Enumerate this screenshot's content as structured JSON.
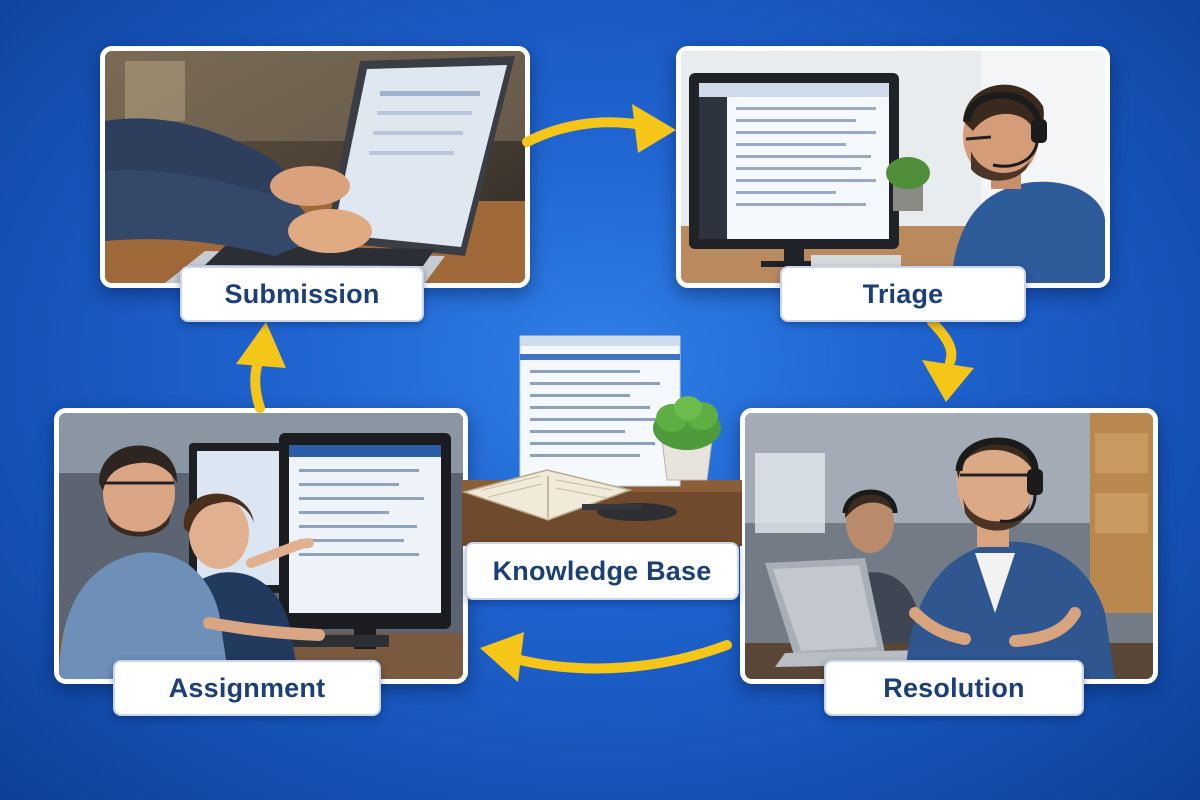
{
  "stages": {
    "submission": {
      "label": "Submission",
      "icon": "laptop-typing-photo"
    },
    "triage": {
      "label": "Triage",
      "icon": "support-agent-headset-photo"
    },
    "resolution": {
      "label": "Resolution",
      "icon": "agent-laptop-headset-photo"
    },
    "assignment": {
      "label": "Assignment",
      "icon": "colleagues-monitor-photo"
    }
  },
  "center": {
    "label": "Knowledge Base",
    "icon": "knowledge-base-desk-illustration"
  },
  "flow": [
    "Submission",
    "Triage",
    "Resolution",
    "Assignment",
    "Submission"
  ],
  "colors": {
    "background": "#1f63cf",
    "arrow": "#f5c518",
    "label_text": "#1c3f78",
    "label_background": "#ffffff"
  }
}
